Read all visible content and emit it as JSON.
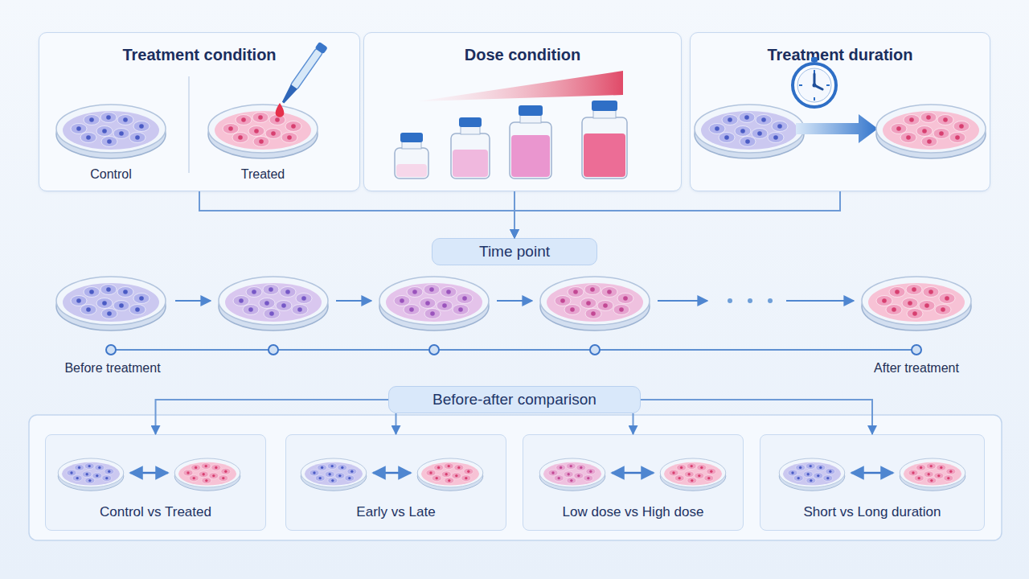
{
  "diagram": {
    "nodes": [
      {
        "text": [
          "Treatment condition"
        ]
      },
      {
        "text": [
          "Dose condition"
        ]
      },
      {
        "text": [
          "Treatment duration"
        ]
      },
      {
        "text": [
          "Time point"
        ]
      },
      {
        "text": [
          "Before-after comparison"
        ]
      },
      {
        "text": [
          "Control vs Treated"
        ]
      },
      {
        "text": [
          "Early vs Late"
        ]
      },
      {
        "text": [
          "Low dose vs High dose"
        ]
      },
      {
        "text": [
          "Short vs Long duration"
        ]
      }
    ],
    "edges": [
      {
        "from": 0,
        "to": 3,
        "arrow": "to"
      },
      {
        "from": 1,
        "to": 3,
        "arrow": "to"
      },
      {
        "from": 2,
        "to": 3,
        "arrow": "to"
      },
      {
        "from": 4,
        "to": 5,
        "arrow": "to"
      },
      {
        "from": 4,
        "to": 6,
        "arrow": "to"
      },
      {
        "from": 4,
        "to": 7,
        "arrow": "to"
      },
      {
        "from": 4,
        "to": 8,
        "arrow": "to"
      }
    ],
    "labels": [
      "Control",
      "Treated",
      "Before treatment",
      "After treatment"
    ]
  }
}
